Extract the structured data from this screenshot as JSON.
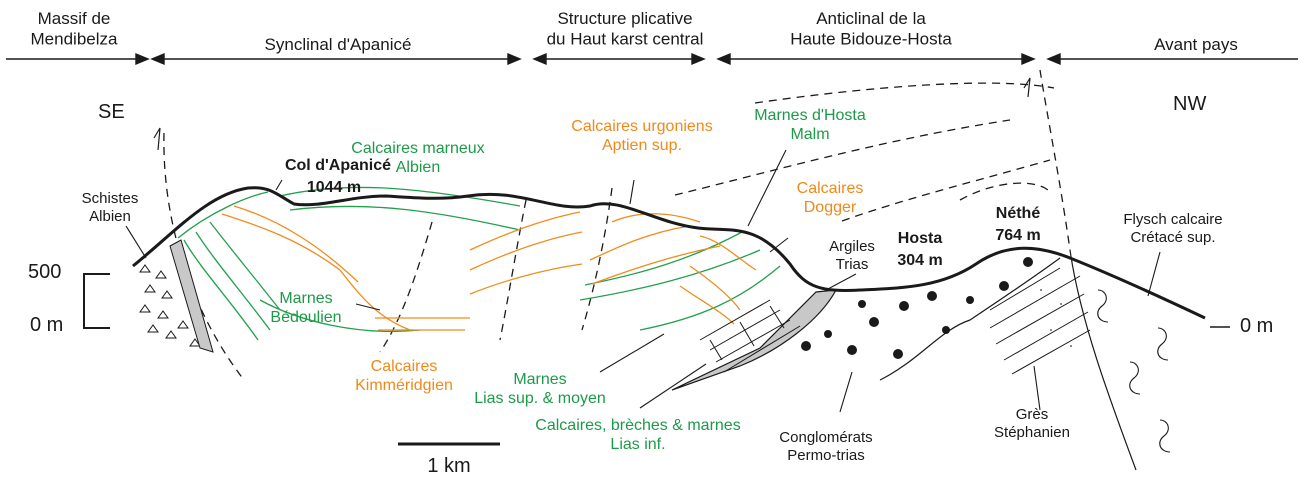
{
  "domains": [
    {
      "name": "Massif de\nMendibelza"
    },
    {
      "name": "Synclinal d'Apanicé"
    },
    {
      "name": "Structure plicative\ndu Haut karst central"
    },
    {
      "name": "Anticlinal de la\nHaute Bidouze-Hosta"
    },
    {
      "name": "Avant pays"
    }
  ],
  "orientation": {
    "left": "SE",
    "right": "NW"
  },
  "peaks": {
    "col": {
      "name": "Col d'Apanicé",
      "alt": "1044 m"
    },
    "hosta": {
      "name": "Hosta",
      "alt": "304 m"
    },
    "nethe": {
      "name": "Néthé",
      "alt": "764 m"
    }
  },
  "scale": {
    "top": "500",
    "bottom": "0 m",
    "right": "0 m",
    "bar": "1 km"
  },
  "units": {
    "schistes": "Schistes\nAlbien",
    "calc_marneux": "Calcaires marneux\nAlbien",
    "calc_urgoniens": "Calcaires urgoniens\nAptien sup.",
    "marnes_hosta": "Marnes d'Hosta\nMalm",
    "calc_dogger": "Calcaires\nDogger",
    "argiles": "Argiles\nTrias",
    "flysch": "Flysch calcaire\nCrétacé sup.",
    "marnes_bed": "Marnes\nBédoulien",
    "calc_kimm": "Calcaires\nKimméridgien",
    "marnes_lias": "Marnes\nLias sup. & moyen",
    "calc_breches": "Calcaires, brèches & marnes\nLias inf.",
    "conglomerats": "Conglomérats\nPermo-trias",
    "gres": "Grès\nStéphanien"
  },
  "colors": {
    "ink": "#1a1a1a",
    "green": "#1d9a48",
    "orange": "#ef8a1a",
    "grey": "#c8c8c8"
  }
}
